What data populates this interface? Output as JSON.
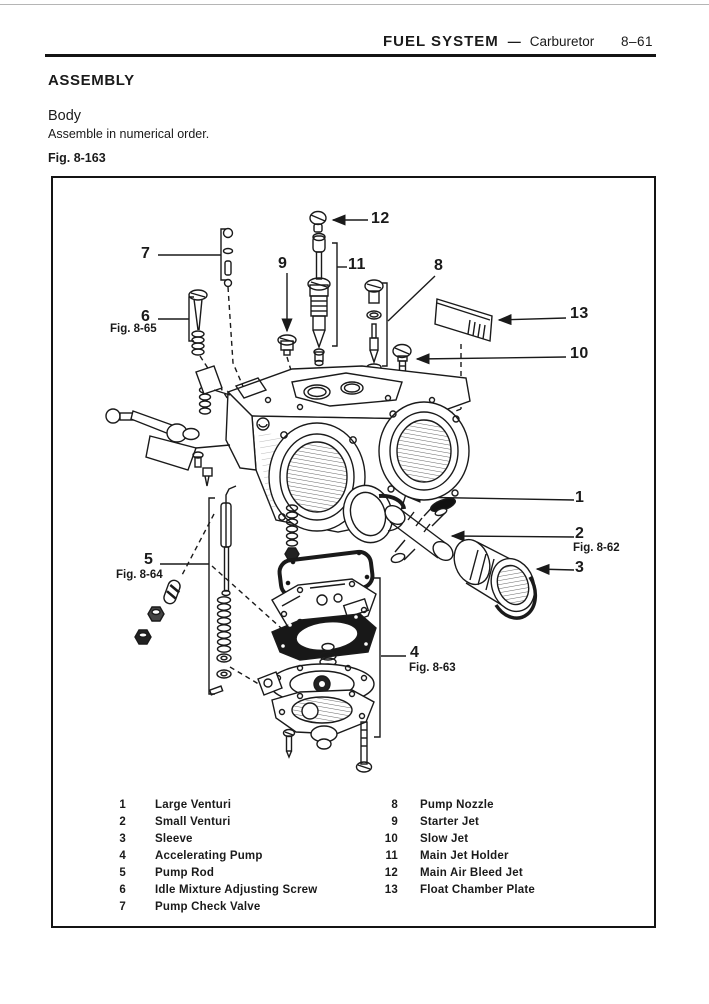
{
  "colors": {
    "ink": "#1a1a1a",
    "paper": "#ffffff"
  },
  "header": {
    "section": "FUEL SYSTEM",
    "separator": "—",
    "subsection": "Carburetor",
    "page_number": "8–61"
  },
  "content": {
    "title": "ASSEMBLY",
    "subtitle": "Body",
    "instruction": "Assemble in numerical order.",
    "figure_label": "Fig. 8-163"
  },
  "figure": {
    "callouts": {
      "c1": "1",
      "c2": "2",
      "c3": "3",
      "c4": "4",
      "c5": "5",
      "c6": "6",
      "c7": "7",
      "c8": "8",
      "c9": "9",
      "c10": "10",
      "c11": "11",
      "c12": "12",
      "c13": "13"
    },
    "subfigure_refs": {
      "ref_6": "Fig. 8-65",
      "ref_5": "Fig. 8-64",
      "ref_2": "Fig. 8-62",
      "ref_4": "Fig. 8-63"
    }
  },
  "parts_list": {
    "left": [
      {
        "num": "1",
        "name": "Large Venturi"
      },
      {
        "num": "2",
        "name": "Small Venturi"
      },
      {
        "num": "3",
        "name": "Sleeve"
      },
      {
        "num": "4",
        "name": "Accelerating Pump"
      },
      {
        "num": "5",
        "name": "Pump Rod"
      },
      {
        "num": "6",
        "name": "Idle Mixture Adjusting Screw"
      },
      {
        "num": "7",
        "name": "Pump Check Valve"
      }
    ],
    "right": [
      {
        "num": "8",
        "name": "Pump Nozzle"
      },
      {
        "num": "9",
        "name": "Starter Jet"
      },
      {
        "num": "10",
        "name": "Slow Jet"
      },
      {
        "num": "11",
        "name": "Main Jet Holder"
      },
      {
        "num": "12",
        "name": "Main Air Bleed Jet"
      },
      {
        "num": "13",
        "name": "Float Chamber Plate"
      }
    ]
  }
}
